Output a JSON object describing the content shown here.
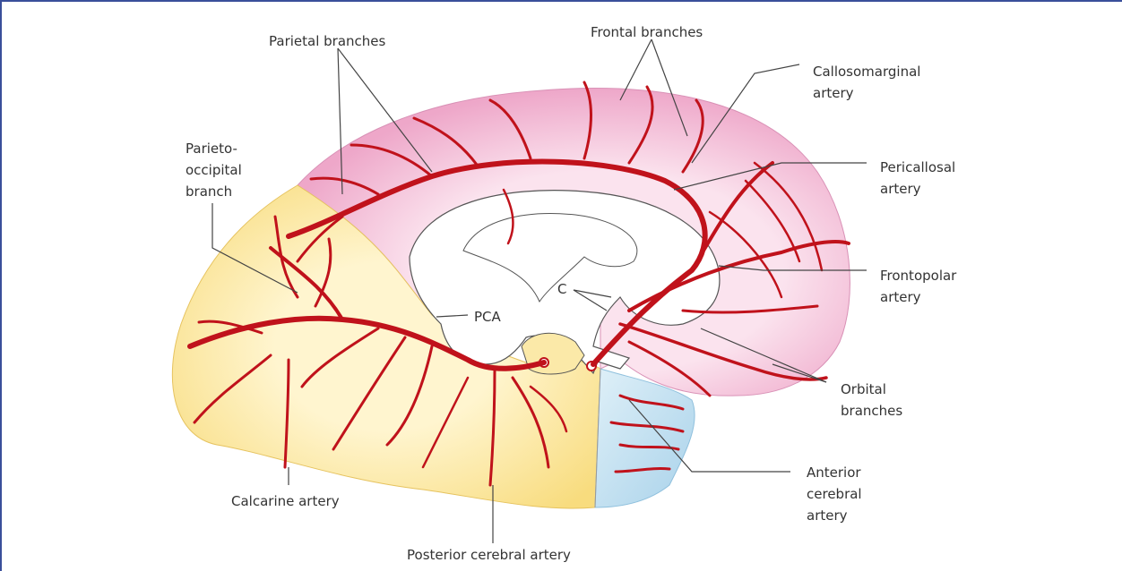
{
  "labels": {
    "parietal_branches": "Parietal branches",
    "frontal_branches": "Frontal branches",
    "callosomarginal_1": "Callosomarginal",
    "callosomarginal_2": "artery",
    "pericallosal_1": "Pericallosal",
    "pericallosal_2": "artery",
    "frontopolar_1": "Frontopolar",
    "frontopolar_2": "artery",
    "orbital_1": "Orbital",
    "orbital_2": "branches",
    "anterior_cerebral_1": "Anterior",
    "anterior_cerebral_2": "cerebral",
    "anterior_cerebral_3": "artery",
    "parieto_occipital_1": "Parieto-",
    "parieto_occipital_2": "occipital",
    "parieto_occipital_3": "branch",
    "pca": "PCA",
    "c": "C",
    "calcarine": "Calcarine artery",
    "posterior_cerebral": "Posterior cerebral artery"
  },
  "colors": {
    "aca_territory": "#f4c4dc",
    "pca_territory": "#fbe9a8",
    "mca_territory": "#c9e3f1",
    "artery": "#c0121b",
    "frame": "#3a4f9a"
  }
}
